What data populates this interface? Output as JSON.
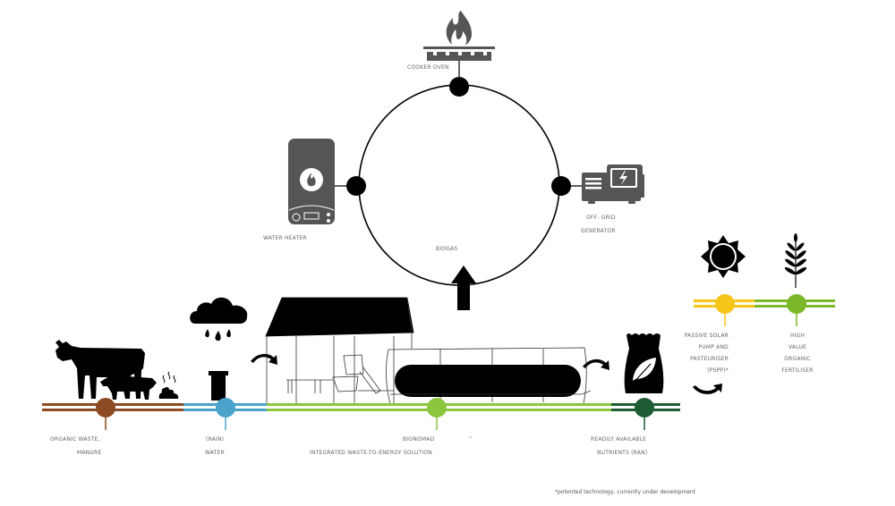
{
  "title": "Bionomad integrated waste-to-energy cycle",
  "colors": {
    "organic_waste": "#8b4a22",
    "water": "#4ba3cc",
    "bionomad": "#8cc63f",
    "nutrients": "#1e5c33",
    "solar": "#f5c518",
    "fertiliser": "#7ab829",
    "icon_dark": "#555555",
    "node_black": "#000000"
  },
  "biogas_cycle": {
    "center_label": "BIOGAS",
    "outputs": [
      {
        "id": "cooker",
        "label": "COOKER OVEN",
        "icon": "cooker-flame-icon"
      },
      {
        "id": "heater",
        "label": "WATER HEATER",
        "icon": "water-heater-icon"
      },
      {
        "id": "generator",
        "label_line1": "OFF- GRID",
        "label_line2": "GENERATOR",
        "icon": "generator-icon"
      }
    ]
  },
  "pipeline": [
    {
      "id": "organic",
      "label_line1": "ORGANIC WASTE,",
      "label_line2": "MANURE",
      "icon": "livestock-icon"
    },
    {
      "id": "water",
      "label_line1": "(RAIN)",
      "label_line2": "WATER",
      "icon": "rain-cloud-icon"
    },
    {
      "id": "bionomad",
      "label_line1": "BIONOMAD",
      "label_line2": "INTEGRATED WASTE-TO-ENERGY SOLUTION",
      "trademark": "™",
      "icon": "digester-facility-icon"
    },
    {
      "id": "nutrients",
      "label_line1": "READILY AVAILABLE",
      "label_line2": "NUTRIENTS (RAN)",
      "icon": "fertiliser-bag-icon"
    },
    {
      "id": "solar",
      "label_lines": [
        "PASSIVE SOLAR",
        "PUMP AND",
        "PASTEURISER",
        "(PSPP)*"
      ],
      "icon": "sun-icon"
    },
    {
      "id": "fertiliser",
      "label_lines": [
        "HIGH",
        "VALUE",
        "ORGANIC",
        "FERTILISER"
      ],
      "icon": "wheat-icon"
    }
  ],
  "footnote": "*potented technology, currently under development"
}
